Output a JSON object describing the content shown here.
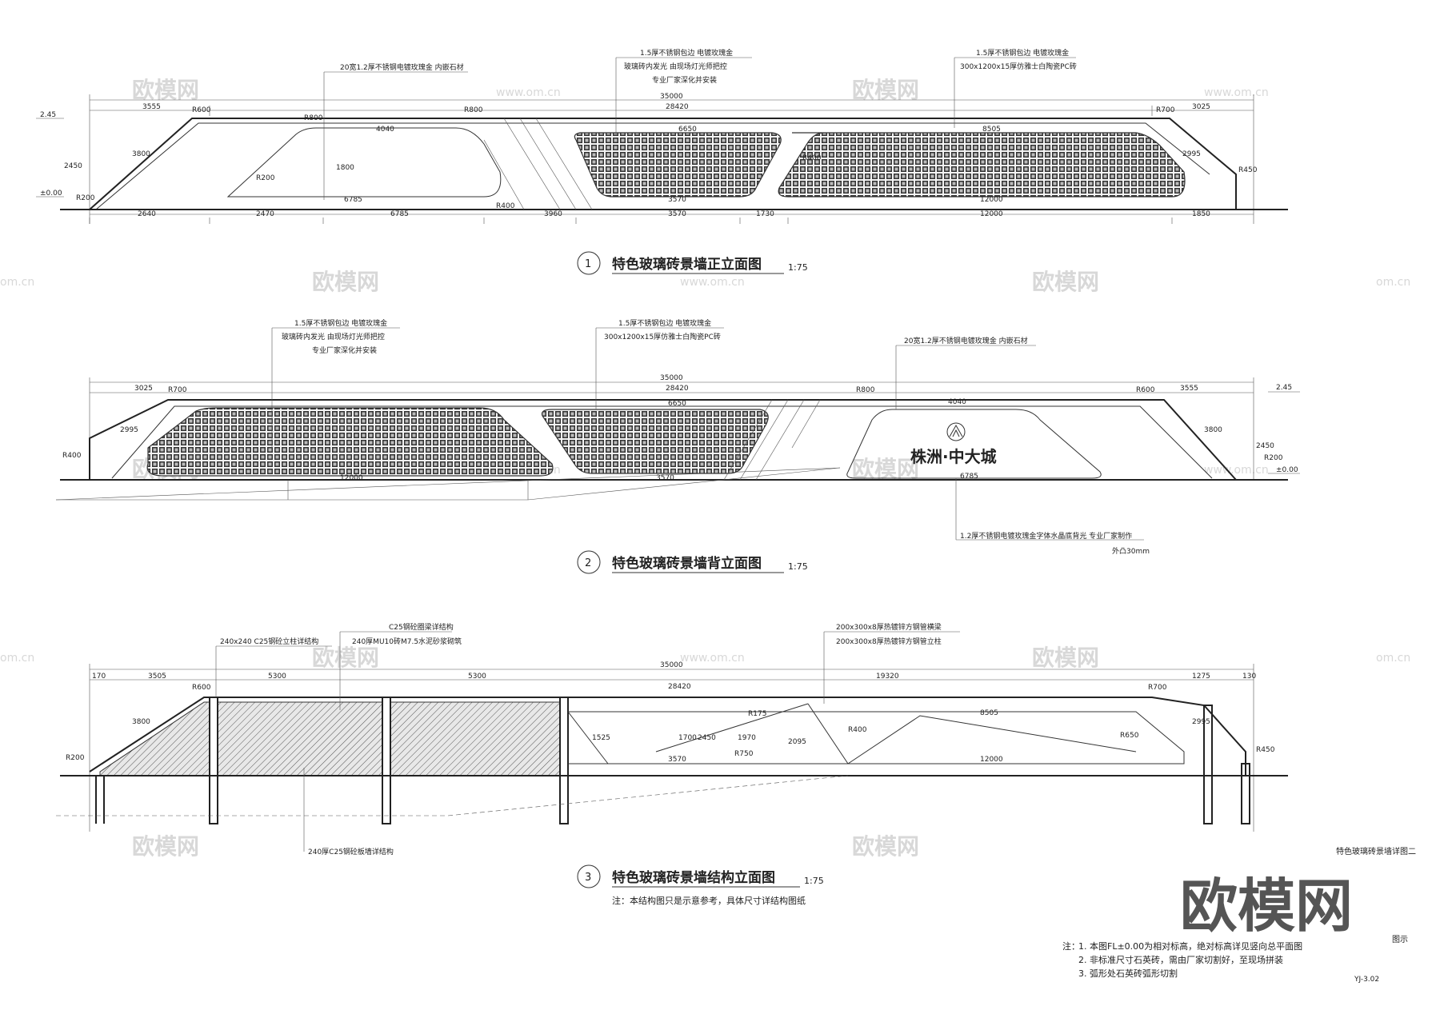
{
  "watermarks": {
    "site_cn": "欧模网",
    "site_en": "www.om.cn",
    "site_en_short": "om.cn",
    "big_logo": "欧模网"
  },
  "drawing1": {
    "number": "1",
    "title": "特色玻璃砖景墙正立面图",
    "scale": "1:75",
    "notes": [
      "20宽1.2厚不锈钢电镀玫瑰金 内嵌石材",
      "1.5厚不锈钢包边 电镀玫瑰金",
      "玻璃砖内发光 由现场灯光师把控",
      "专业厂家深化并安装",
      "1.5厚不锈钢包边 电镀玫瑰金",
      "300x1200x15厚仿雅士白陶瓷PC砖"
    ],
    "elevations": [
      "2.45",
      "±0.00"
    ],
    "dims_top": [
      "35000",
      "3555",
      "28420",
      "3025"
    ],
    "dims_inner": [
      "4040",
      "6650",
      "8505",
      "6785",
      "3570",
      "12000",
      "1800",
      "2450",
      "3800",
      "2995"
    ],
    "dims_bottom": [
      "2640",
      "2470",
      "6785",
      "3960",
      "3570",
      "1730",
      "12000",
      "1850"
    ],
    "radii": [
      "R600",
      "R800",
      "R800",
      "R200",
      "R400",
      "R700",
      "R450",
      "R200",
      "R400"
    ]
  },
  "drawing2": {
    "number": "2",
    "title": "特色玻璃砖景墙背立面图",
    "scale": "1:75",
    "notes": [
      "1.5厚不锈钢包边 电镀玫瑰金",
      "玻璃砖内发光 由现场灯光师把控",
      "专业厂家深化并安装",
      "1.5厚不锈钢包边 电镀玫瑰金",
      "300x1200x15厚仿雅士白陶瓷PC砖",
      "20宽1.2厚不锈钢电镀玫瑰金 内嵌石材",
      "1.2厚不锈钢电镀玫瑰金字体水晶底背光 专业厂家制作",
      "外凸30mm"
    ],
    "signage": "株洲·中大城",
    "elevations": [
      "2.45",
      "±0.00"
    ],
    "dims_top": [
      "35000",
      "3025",
      "28420",
      "3555"
    ],
    "dims_inner": [
      "6650",
      "4040",
      "12000",
      "3570",
      "6785",
      "2995",
      "3800",
      "2450"
    ],
    "radii": [
      "R700",
      "R400",
      "R800",
      "R200",
      "R600"
    ]
  },
  "drawing3": {
    "number": "3",
    "title": "特色玻璃砖景墙结构立面图",
    "scale": "1:75",
    "subnote": "注：本结构图只是示意参考，具体尺寸详结构图纸",
    "notes": [
      "C25钢砼圈梁详结构",
      "240x240 C25钢砼立柱详结构",
      "240厚MU10砖M7.5水泥砂浆砌筑",
      "200x300x8厚热镀锌方钢管横梁",
      "200x300x8厚热镀锌方钢管立柱",
      "240厚C25钢砼板墙详结构"
    ],
    "dims_top": [
      "35000",
      "170",
      "3505",
      "5300",
      "5300",
      "28420",
      "19320",
      "1275",
      "130"
    ],
    "dims_inner": [
      "8505",
      "3570",
      "12000",
      "1700",
      "2450",
      "1970",
      "2095",
      "1525",
      "3800",
      "2995"
    ],
    "radii": [
      "R600",
      "R200",
      "R175",
      "R400",
      "R750",
      "R650",
      "R450",
      "R700"
    ]
  },
  "sheet": {
    "sheet_name": "特色玻璃砖景墙详图二",
    "figure_label": "图示",
    "sheet_no": "YJ-3.02",
    "notes_title": "注：",
    "notes": [
      "1. 本图FL±0.00为相对标高，绝对标高详见竖向总平面图",
      "2. 非标准尺寸石英砖，需由厂家切割好，至现场拼装",
      "3. 弧形处石英砖弧形切割"
    ]
  }
}
